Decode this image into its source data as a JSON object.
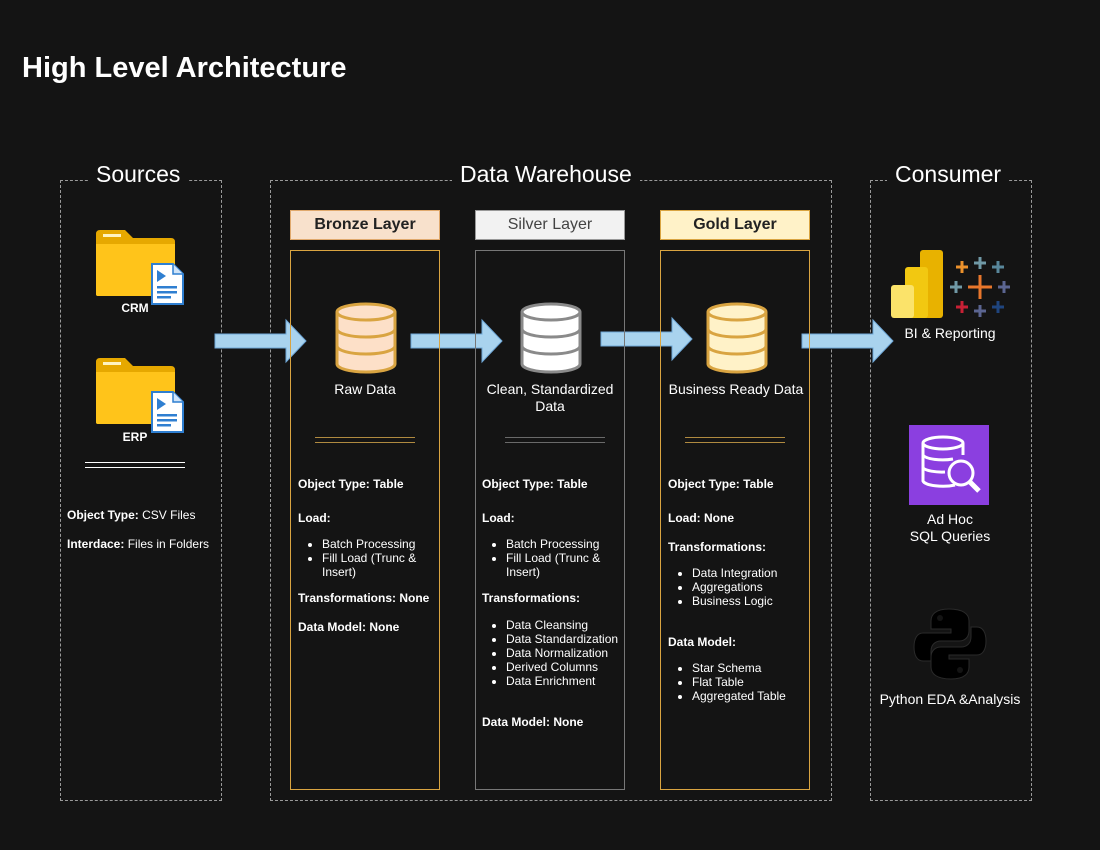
{
  "title": "High Level Architecture",
  "sources": {
    "heading": "Sources",
    "items": [
      {
        "label": "CRM"
      },
      {
        "label": "ERP"
      }
    ],
    "object_type_key": "Object Type:",
    "object_type_value": "CSV Files",
    "interface_key": "Interdace:",
    "interface_value": "Files in Folders"
  },
  "warehouse": {
    "heading": "Data Warehouse",
    "bronze": {
      "name": "Bronze Layer",
      "caption": "Raw Data",
      "object_type": "Object Type: Table",
      "load": "Load:",
      "load_items": [
        "Batch Processing",
        "Fill Load (Trunc & Insert)"
      ],
      "transformations": "Transformations: None",
      "data_model": "Data Model: None",
      "color": "#f5e0cc",
      "border": "#d9a441"
    },
    "silver": {
      "name": "Silver Layer",
      "caption": "Clean, Standardized Data",
      "object_type": "Object Type: Table",
      "load": "Load:",
      "load_items": [
        "Batch Processing",
        "Fill Load (Trunc & Insert)"
      ],
      "transformations": "Transformations:",
      "transformation_items": [
        "Data Cleansing",
        "Data Standardization",
        "Data Normalization",
        "Derived Columns",
        "Data Enrichment"
      ],
      "data_model": "Data Model: None",
      "color": "#f2f2f2",
      "border": "#777777"
    },
    "gold": {
      "name": "Gold Layer",
      "caption": "Business Ready Data",
      "object_type": "Object Type: Table",
      "load": "Load: None",
      "transformations": "Transformations:",
      "transformation_items": [
        "Data Integration",
        "Aggregations",
        "Business Logic"
      ],
      "data_model": "Data Model:",
      "data_model_items": [
        "Star Schema",
        "Flat Table",
        "Aggregated Table"
      ],
      "color": "#fff2c8",
      "border": "#d9a441"
    }
  },
  "consumer": {
    "heading": "Consumer",
    "bi": "BI & Reporting",
    "sql_line1": "Ad Hoc",
    "sql_line2": "SQL Queries",
    "python": "Python EDA &Analysis"
  },
  "colors": {
    "background": "#141414",
    "arrow": "#a9d3ee",
    "arrow_stroke": "#6fa8d8",
    "folder": "#ffc000",
    "sql_purple": "#8b3fe0"
  },
  "icons": [
    "folder-icon",
    "document-icon",
    "database-icon",
    "power-bi-icon",
    "tableau-icon",
    "sql-query-icon",
    "python-icon"
  ]
}
